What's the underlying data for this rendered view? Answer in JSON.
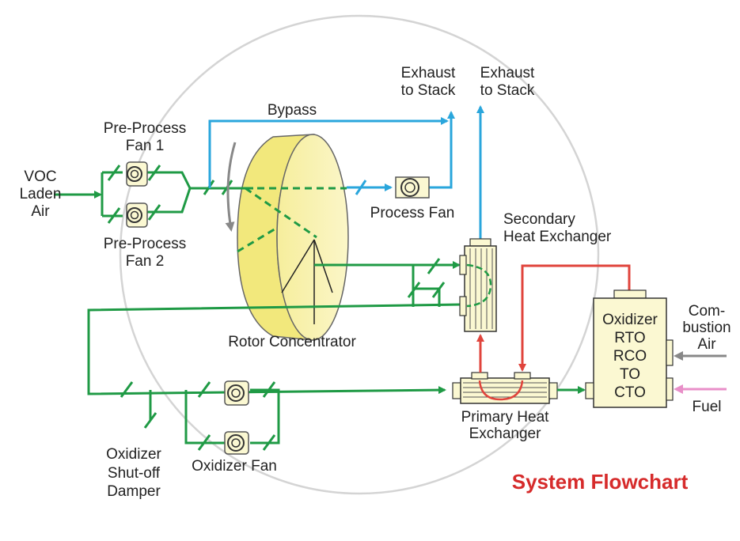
{
  "labels": {
    "voc_line1": "VOC",
    "voc_line2": "Laden",
    "voc_line3": "Air",
    "preprocess_fan1_line1": "Pre-Process",
    "preprocess_fan1_line2": "Fan 1",
    "preprocess_fan2_line1": "Pre-Process",
    "preprocess_fan2_line2": "Fan 2",
    "bypass": "Bypass",
    "exhaust1_line1": "Exhaust",
    "exhaust1_line2": "to Stack",
    "exhaust2_line1": "Exhaust",
    "exhaust2_line2": "to Stack",
    "process_fan": "Process Fan",
    "secondary_hx_line1": "Secondary",
    "secondary_hx_line2": "Heat Exchanger",
    "rotor_concentrator": "Rotor Concentrator",
    "oxidizer_line1": "Oxidizer",
    "oxidizer_line2": "RTO",
    "oxidizer_line3": "RCO",
    "oxidizer_line4": "TO",
    "oxidizer_line5": "CTO",
    "combustion_line1": "Com-",
    "combustion_line2": "bustion",
    "combustion_line3": "Air",
    "fuel": "Fuel",
    "primary_hx_line1": "Primary Heat",
    "primary_hx_line2": "Exchanger",
    "damper_line1": "Oxidizer",
    "damper_line2": "Shut-off",
    "damper_line3": "Damper",
    "oxidizer_fan": "Oxidizer Fan"
  },
  "title": "System Flowchart",
  "colors": {
    "process_air": "#1f9a45",
    "exhaust": "#2aa6dc",
    "hot_gas": "#e0443c",
    "combustion_air": "#888888",
    "fuel": "#e88fc8",
    "title": "#d62b2b",
    "equipment_fill": "#fbf8d2"
  }
}
